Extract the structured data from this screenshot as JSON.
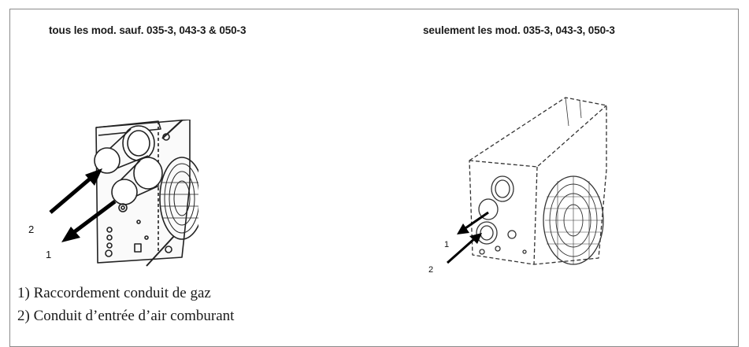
{
  "captions": {
    "left": "tous les mod. sauf. 035-3, 043-3 & 050-3",
    "right": "seulement les mod. 035-3, 043-3, 050-3"
  },
  "figures": {
    "left": {
      "callout_1": "1",
      "callout_2": "2"
    },
    "right": {
      "callout_1": "1",
      "callout_2": "2"
    }
  },
  "legend": [
    "1) Raccordement conduit de gaz",
    "2) Conduit d’entrée d’air comburant"
  ]
}
